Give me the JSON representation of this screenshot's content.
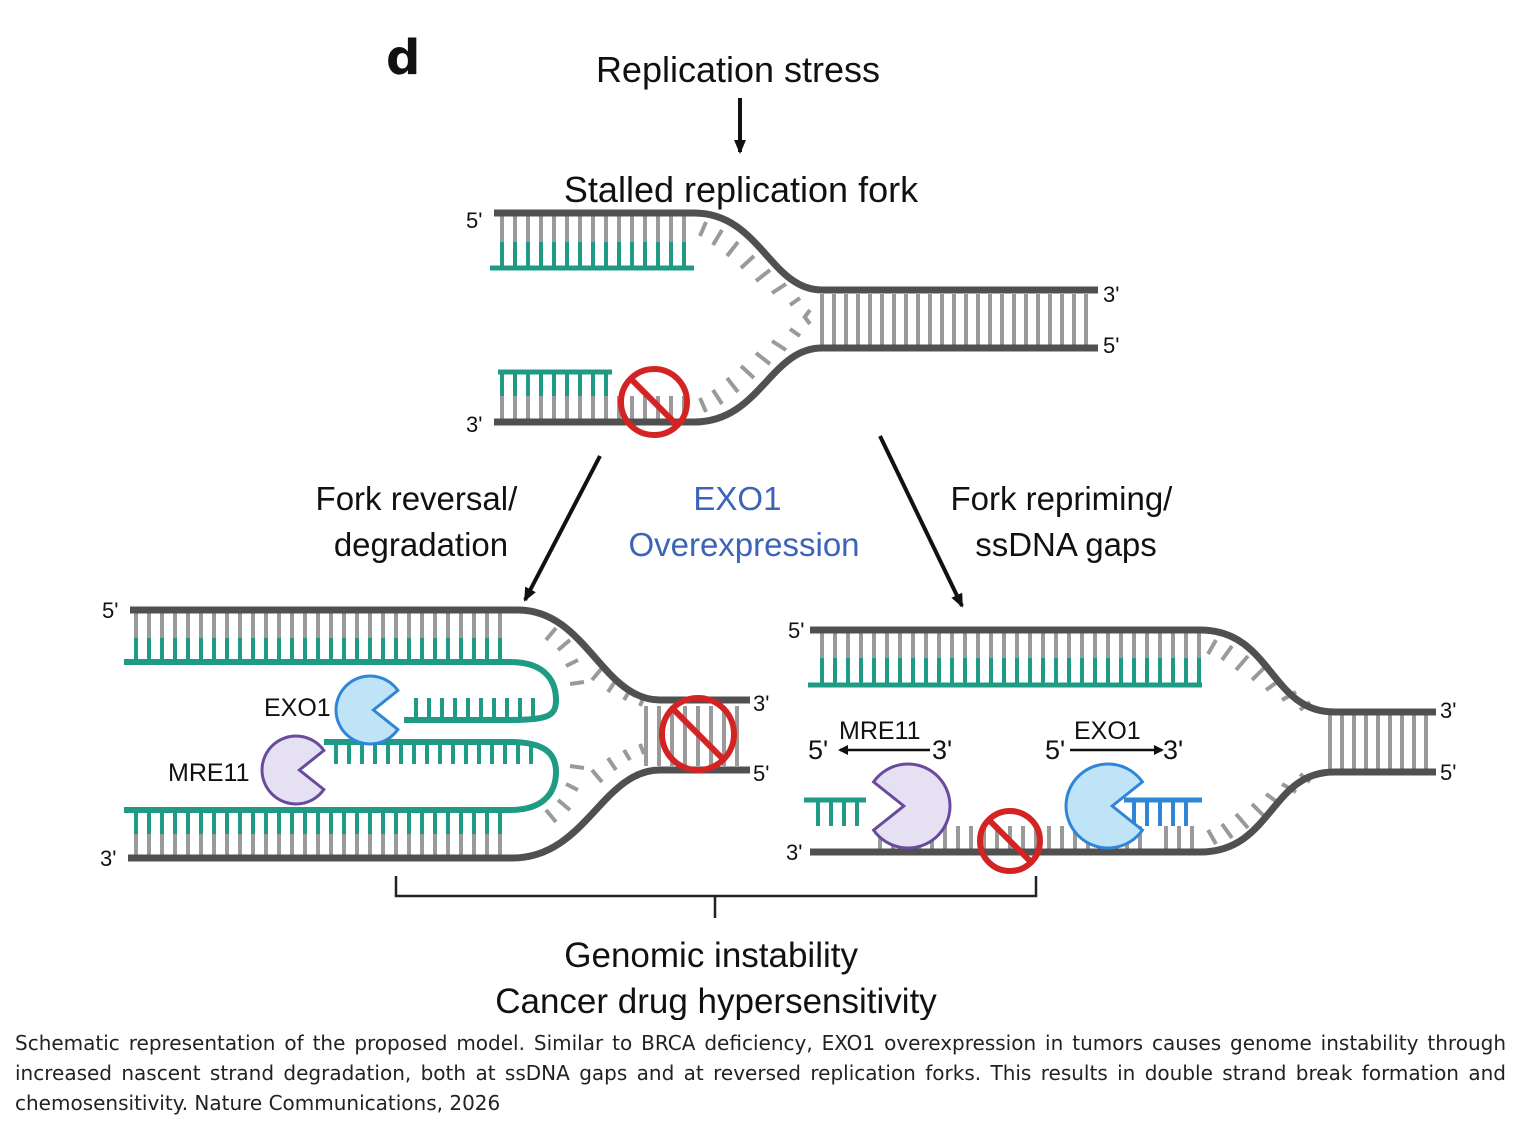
{
  "figure": {
    "panel_label": "d",
    "stress_label": "Replication stress",
    "fork_title": "Stalled replication fork",
    "left_branch_label": [
      "Fork reversal/",
      "degradation"
    ],
    "center_label": [
      "EXO1",
      "Overexpression"
    ],
    "right_branch_label": [
      "Fork repriming/",
      "ssDNA gaps"
    ],
    "proteins": {
      "exo1": "EXO1",
      "mre11": "MRE11"
    },
    "end_labels": {
      "five": "5'",
      "three": "3'"
    },
    "outcome": [
      "Genomic instability",
      "Cancer drug hypersensitivity"
    ],
    "colors": {
      "backbone": "#505050",
      "rung": "#9a9a9a",
      "nascent": "#1f9a84",
      "exo1_fill": "#bfe4f7",
      "exo1_edge": "#2f86d6",
      "mre11_fill": "#e6e0f3",
      "mre11_edge": "#6a4a9c",
      "block": "#d42323",
      "highlight": "#3b63b8"
    },
    "icons": [
      "no-entry-icon",
      "pacman-enzyme-icon",
      "arrow-icon"
    ]
  },
  "caption": "Schematic representation of the proposed model. Similar to BRCA deficiency, EXO1 overexpression in tumors causes genome instability through increased nascent strand degradation, both at ssDNA gaps and at reversed replication forks. This results in double strand break formation and chemosensitivity. Nature Communications, 2026"
}
